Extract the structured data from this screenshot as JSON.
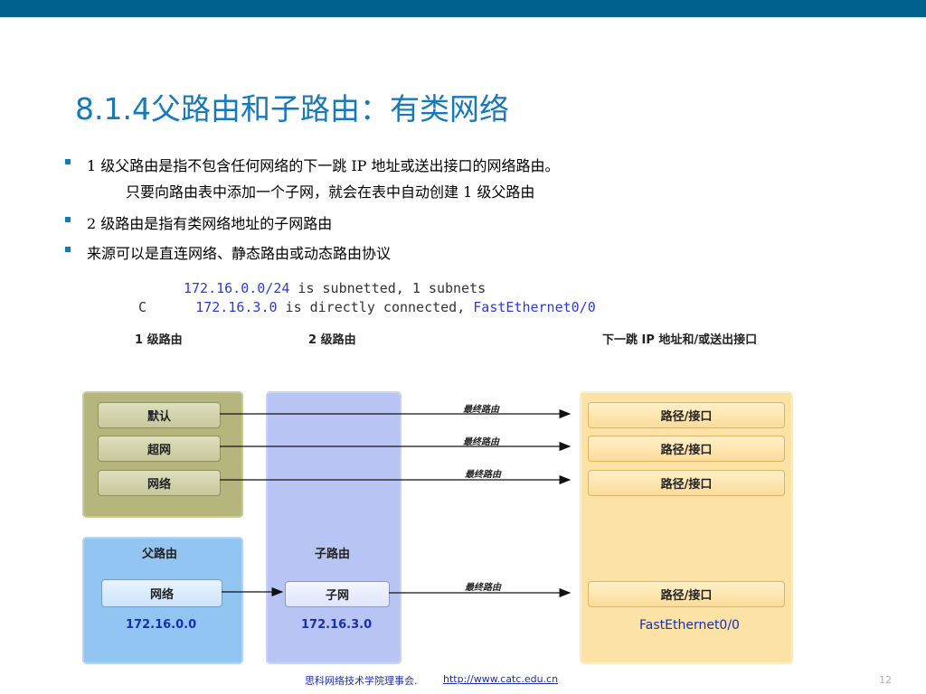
{
  "slide": {
    "title": "8.1.4父路由和子路由：有类网络",
    "bullets": [
      "1 级父路由是指不包含任何网络的下一跳 IP 地址或送出接口的网络路由。",
      "2 级路由是指有类网络地址的子网路由",
      "来源可以是直连网络、静态路由或动态路由协议"
    ],
    "bullet1_sub": "只要向路由表中添加一个子网，就会在表中自动创建 1 级父路由",
    "accent_color": "#1779b9",
    "topbar_color": "#00628c"
  },
  "route_output": {
    "line1": {
      "network": "172.16.0.0/24",
      "rest": " is subnetted, 1 subnets"
    },
    "line2": {
      "code": "C",
      "network": "172.16.3.0",
      "mid": " is directly connected, ",
      "iface": "FastEthernet0/0"
    }
  },
  "diagram": {
    "column_headers": [
      "1 级路由",
      "2 级路由",
      "下一跳 IP 地址和/或送出接口"
    ],
    "level1_buttons": [
      "默认",
      "超网",
      "网络"
    ],
    "parent_panel": {
      "label": "父路由",
      "button": "网络",
      "address": "172.16.0.0"
    },
    "child_panel": {
      "label": "子路由",
      "button": "子网",
      "address": "172.16.3.0"
    },
    "arrow_label": "最终路由",
    "target_button": "路径/接口",
    "target_interface": "FastEthernet0/0",
    "colors": {
      "olive": "#b5b67d",
      "light_blue": "#b8c4f4",
      "yellow": "#fde2a5",
      "blue": "#93c5f3"
    }
  },
  "footer": {
    "org": "思科网络技术学院理事会.",
    "url": "http://www.catc.edu.cn",
    "page": "12"
  }
}
